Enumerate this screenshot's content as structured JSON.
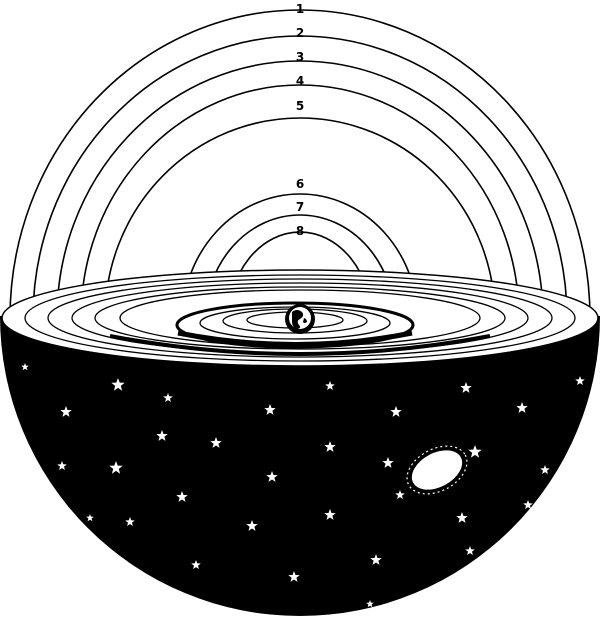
{
  "diagram": {
    "shells_outer": [
      {
        "label": "1"
      },
      {
        "label": "2"
      },
      {
        "label": "3"
      },
      {
        "label": "4"
      },
      {
        "label": "5"
      }
    ],
    "shells_inner": [
      {
        "label": "6"
      },
      {
        "label": "7"
      },
      {
        "label": "8"
      }
    ],
    "center_icon": "earth-globe-icon",
    "lower_hemisphere_icon": "starry-sky",
    "galaxy_icon": "galaxy-nebula-icon",
    "colors": {
      "ink": "#000000",
      "paper": "#ffffff",
      "sky": "#000000",
      "star": "#ffffff"
    }
  }
}
